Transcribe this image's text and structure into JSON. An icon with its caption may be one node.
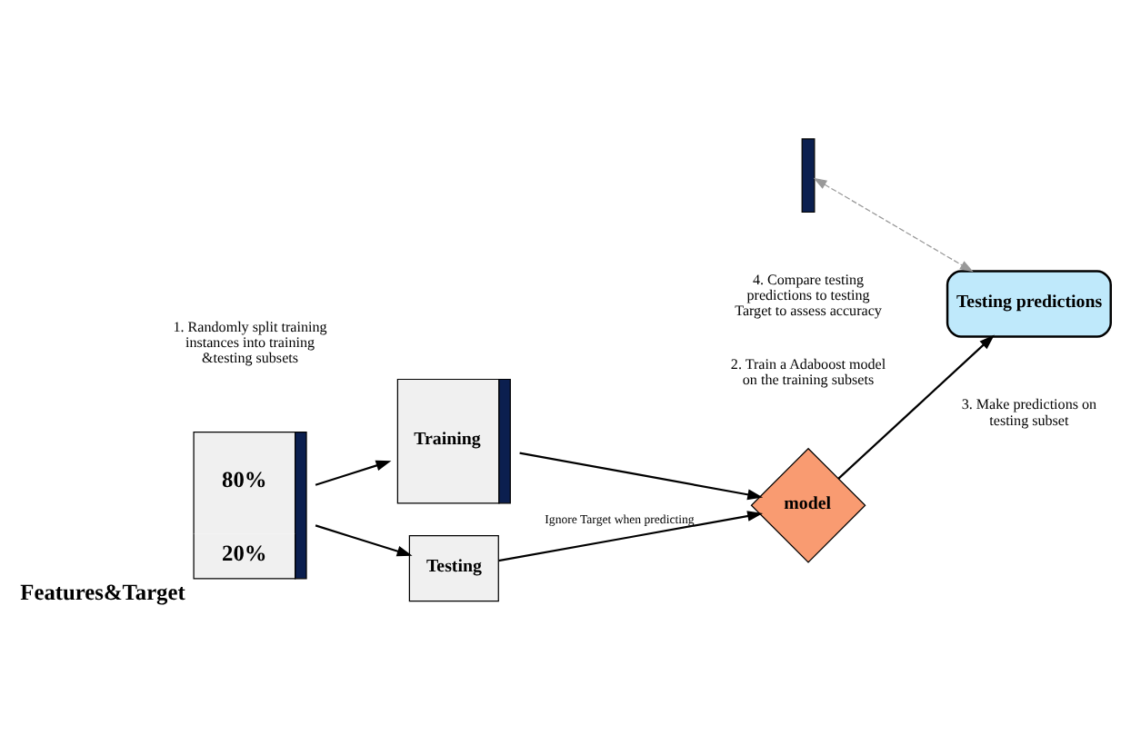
{
  "diagram": {
    "nodes": [
      {
        "text": [
          "80%",
          "20%"
        ],
        "beside": [
          "Features&Target"
        ]
      },
      {
        "text": [
          "Training"
        ]
      },
      {
        "text": [
          "Testing"
        ]
      },
      {
        "text": [
          "model"
        ]
      },
      {
        "text": [
          "Testing predictions"
        ]
      },
      {
        "text": [],
        "shape": "bar"
      }
    ],
    "edges": [
      {
        "from": 0,
        "to": 1,
        "arrow": "to"
      },
      {
        "from": 0,
        "to": 2,
        "arrow": "to"
      },
      {
        "from": 1,
        "to": 3,
        "arrow": "to"
      },
      {
        "from": 2,
        "to": 3,
        "arrow": "to",
        "label": "Ignore Target when predicting"
      },
      {
        "from": 3,
        "to": 4,
        "arrow": "to"
      },
      {
        "from": 5,
        "to": 4,
        "arrow": "both",
        "style": "dashed",
        "color": "#999999"
      }
    ],
    "labels": [
      "1. Randomly split training instances into training &testing subsets",
      "2. Train a Adaboost model on the training subsets",
      "3. Make predictions on testing subset",
      "4. Compare testing predictions to testing Target to assess accuracy"
    ]
  }
}
